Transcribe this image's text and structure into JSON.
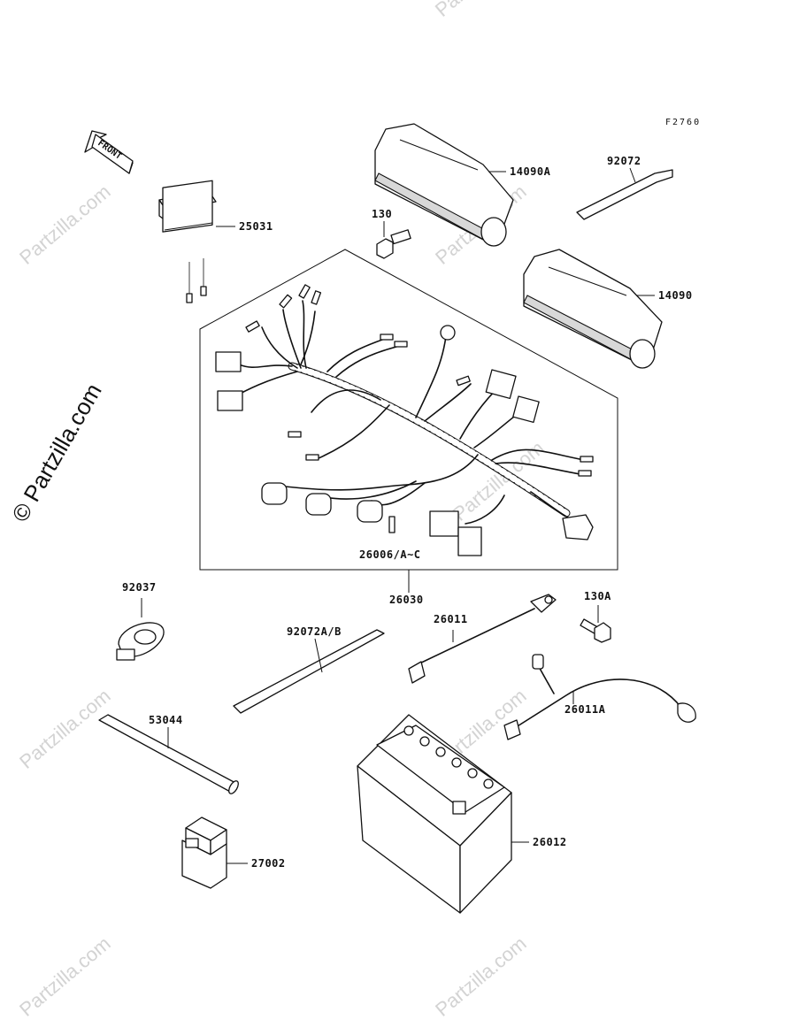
{
  "figure_code": "F2760",
  "front_arrow_label": "FRONT",
  "copyright_watermark": "© Partzilla.com",
  "faint_watermark": "Partzilla.com",
  "parts": {
    "p14090A": "14090A",
    "p92072": "92072",
    "p130": "130",
    "p25031": "25031",
    "p14090": "14090",
    "p26006": "26006/A~C",
    "p26030": "26030",
    "p92037": "92037",
    "p92072AB": "92072A/B",
    "p26011": "26011",
    "p130A": "130A",
    "p26011A": "26011A",
    "p53044": "53044",
    "p26012": "26012",
    "p27002": "27002"
  }
}
